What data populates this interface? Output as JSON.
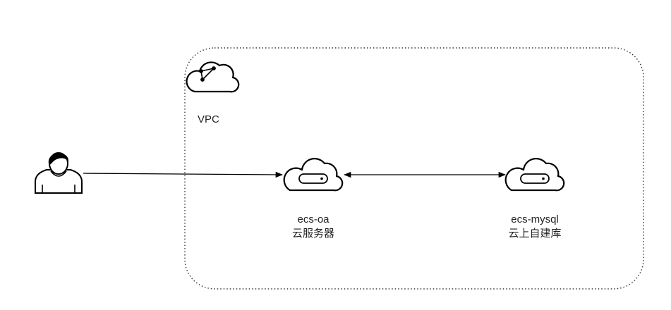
{
  "vpc": {
    "label": "VPC"
  },
  "nodes": {
    "user": {
      "icon": "user-icon"
    },
    "ecs_oa": {
      "icon": "cloud-server-icon",
      "name": "ecs-oa",
      "desc": "云服务器"
    },
    "ecs_mysql": {
      "icon": "cloud-server-icon",
      "name": "ecs-mysql",
      "desc": "云上自建库"
    }
  },
  "colors": {
    "stroke": "#000000",
    "boundary": "#333333"
  }
}
